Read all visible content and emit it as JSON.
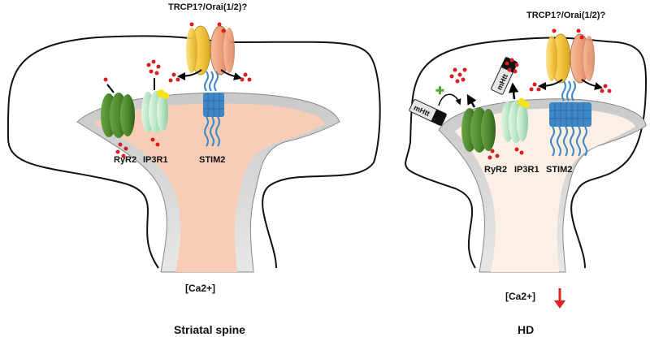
{
  "left_panel": {
    "channel_label": "TRCP1?/Orai(1/2)?",
    "ryr_label": "RyR2",
    "ip3r_label": "IP3R1",
    "stim_label": "STIM2",
    "ca_label": "[Ca2+]",
    "title": "Striatal spine"
  },
  "right_panel": {
    "channel_label": "TRCP1?/Orai(1/2)?",
    "ryr_label": "RyR2",
    "ip3r_label": "IP3R1",
    "stim_label": "STIM2",
    "mhtt_label_1": "mHtt",
    "mhtt_label_2": "mHtt",
    "ca_label": "[Ca2+]",
    "title": "HD"
  },
  "colors": {
    "ryr": "#4f8a2f",
    "ip3r": "#b8e4c4",
    "stim": "#3f88c8",
    "orai_yellow": "#f4c842",
    "orai_orange": "#eea07a",
    "calcium": "#d81e1e",
    "spine_fill_normal": "#f7cdb6",
    "spine_fill_hd": "#fbefe6",
    "down_arrow": "#e32222"
  }
}
